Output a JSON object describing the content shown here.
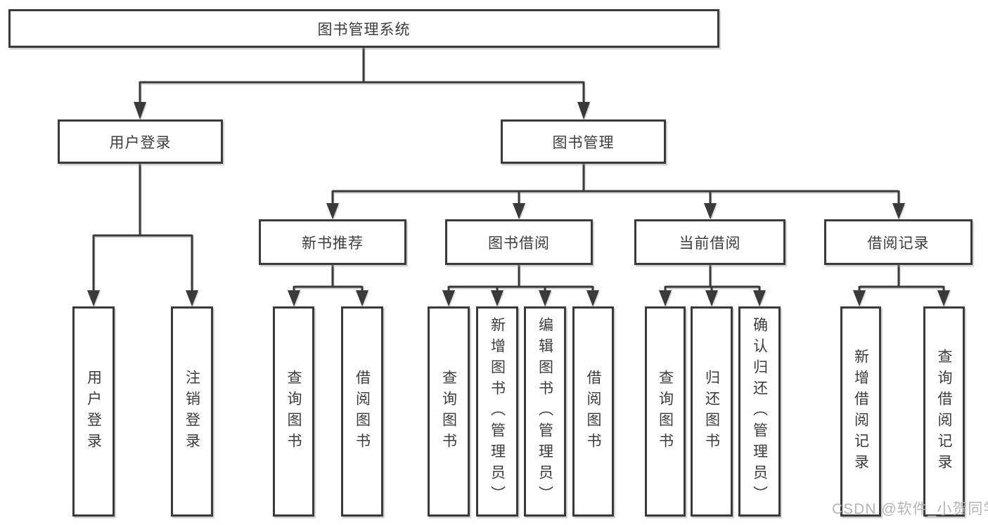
{
  "diagram": {
    "root": "图书管理系统",
    "level2": {
      "user_login": {
        "label": "用户登录",
        "children": [
          "用户登录",
          "注销登录"
        ]
      },
      "book_management": {
        "label": "图书管理",
        "sections": [
          {
            "label": "新书推荐",
            "children": [
              "查询图书",
              "借阅图书"
            ]
          },
          {
            "label": "图书借阅",
            "children": [
              "查询图书",
              "新增图书（管理员）",
              "编辑图书（管理员）",
              "借阅图书"
            ]
          },
          {
            "label": "当前借阅",
            "children": [
              "查询图书",
              "归还图书",
              "确认归还（管理员）"
            ]
          },
          {
            "label": "借阅记录",
            "children": [
              "新增借阅记录",
              "查询借阅记录"
            ]
          }
        ]
      }
    }
  },
  "watermark": "CSDN @软件_小贺同学",
  "colors": {
    "line": "#3a3a3a",
    "box_border": "#3a3a3a",
    "box_background": "#ffffff",
    "text": "#3c3c3c",
    "watermark": "#b5b5b5",
    "page_background": "#ffffff"
  }
}
